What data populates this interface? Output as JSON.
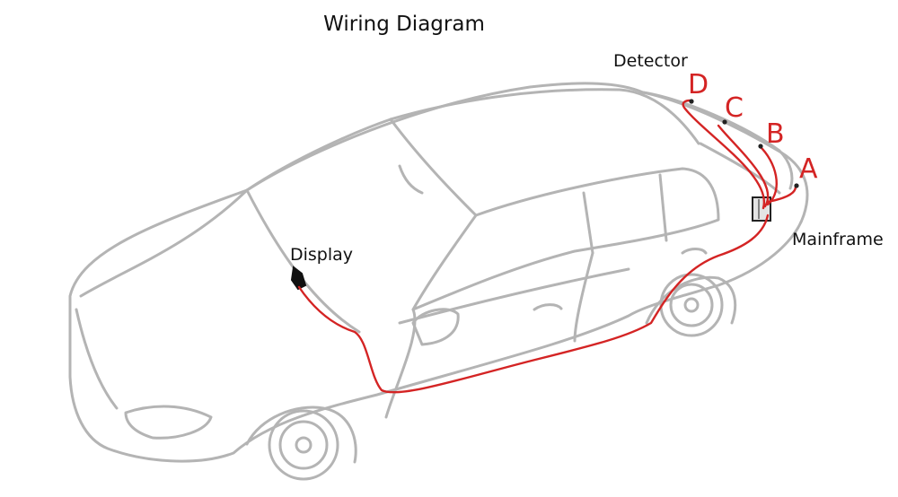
{
  "diagram": {
    "title": "Wiring Diagram",
    "labels": {
      "detector": "Detector",
      "display": "Display",
      "mainframe": "Mainframe"
    },
    "sensors": [
      "D",
      "C",
      "B",
      "A"
    ],
    "colors": {
      "car_outline": "#b4b4b4",
      "wire": "#d42424",
      "text": "#111111"
    }
  }
}
